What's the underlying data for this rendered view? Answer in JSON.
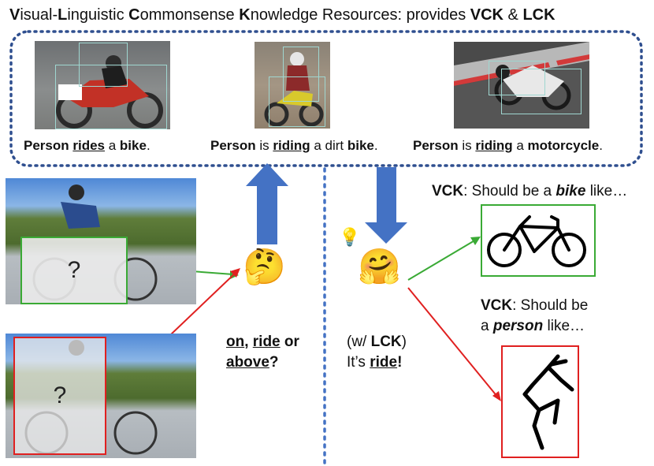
{
  "title": {
    "p1": "V",
    "p2": "isual-",
    "p3": "L",
    "p4": "inguistic ",
    "p5": "C",
    "p6": "ommonsense ",
    "p7": "K",
    "p8": "nowledge Resources: provides ",
    "p9": "VCK",
    "p10": " & ",
    "p11": "LCK"
  },
  "captions": [
    {
      "a": "Person ",
      "b": "rides",
      "c": " a ",
      "d": "bike",
      "e": "."
    },
    {
      "a": "Person",
      "b": " is ",
      "c": "riding",
      "d": " a dirt ",
      "e": "bike",
      "f": "."
    },
    {
      "a": "Person",
      "b": " is ",
      "c": "riding",
      "d": " a ",
      "e": "motorcycle",
      "f": "."
    }
  ],
  "question_mark": "?",
  "query": {
    "on": "on",
    "comma": ", ",
    "ride": "ride",
    "or": " or",
    "above": "above",
    "q": "?"
  },
  "answer": {
    "w1": "(w/ ",
    "lck": "LCK",
    "w2": ")",
    "its": "It’s ",
    "ride": "ride",
    "excl": "!"
  },
  "vck_bike": {
    "vck": "VCK",
    "text": ": Should be a ",
    "bike": "bike",
    "like": " like…"
  },
  "vck_person": {
    "vck": "VCK",
    "text": ": Should be",
    "a": "a ",
    "person": "person",
    "like": " like…"
  },
  "emoji": {
    "thinking": "🤔",
    "hugging": "🤗",
    "bulb": "💡"
  },
  "colors": {
    "arrow_blue": "#4472c4",
    "green": "#3aaa35",
    "red": "#e02020",
    "dotted": "#2f4f8f"
  }
}
